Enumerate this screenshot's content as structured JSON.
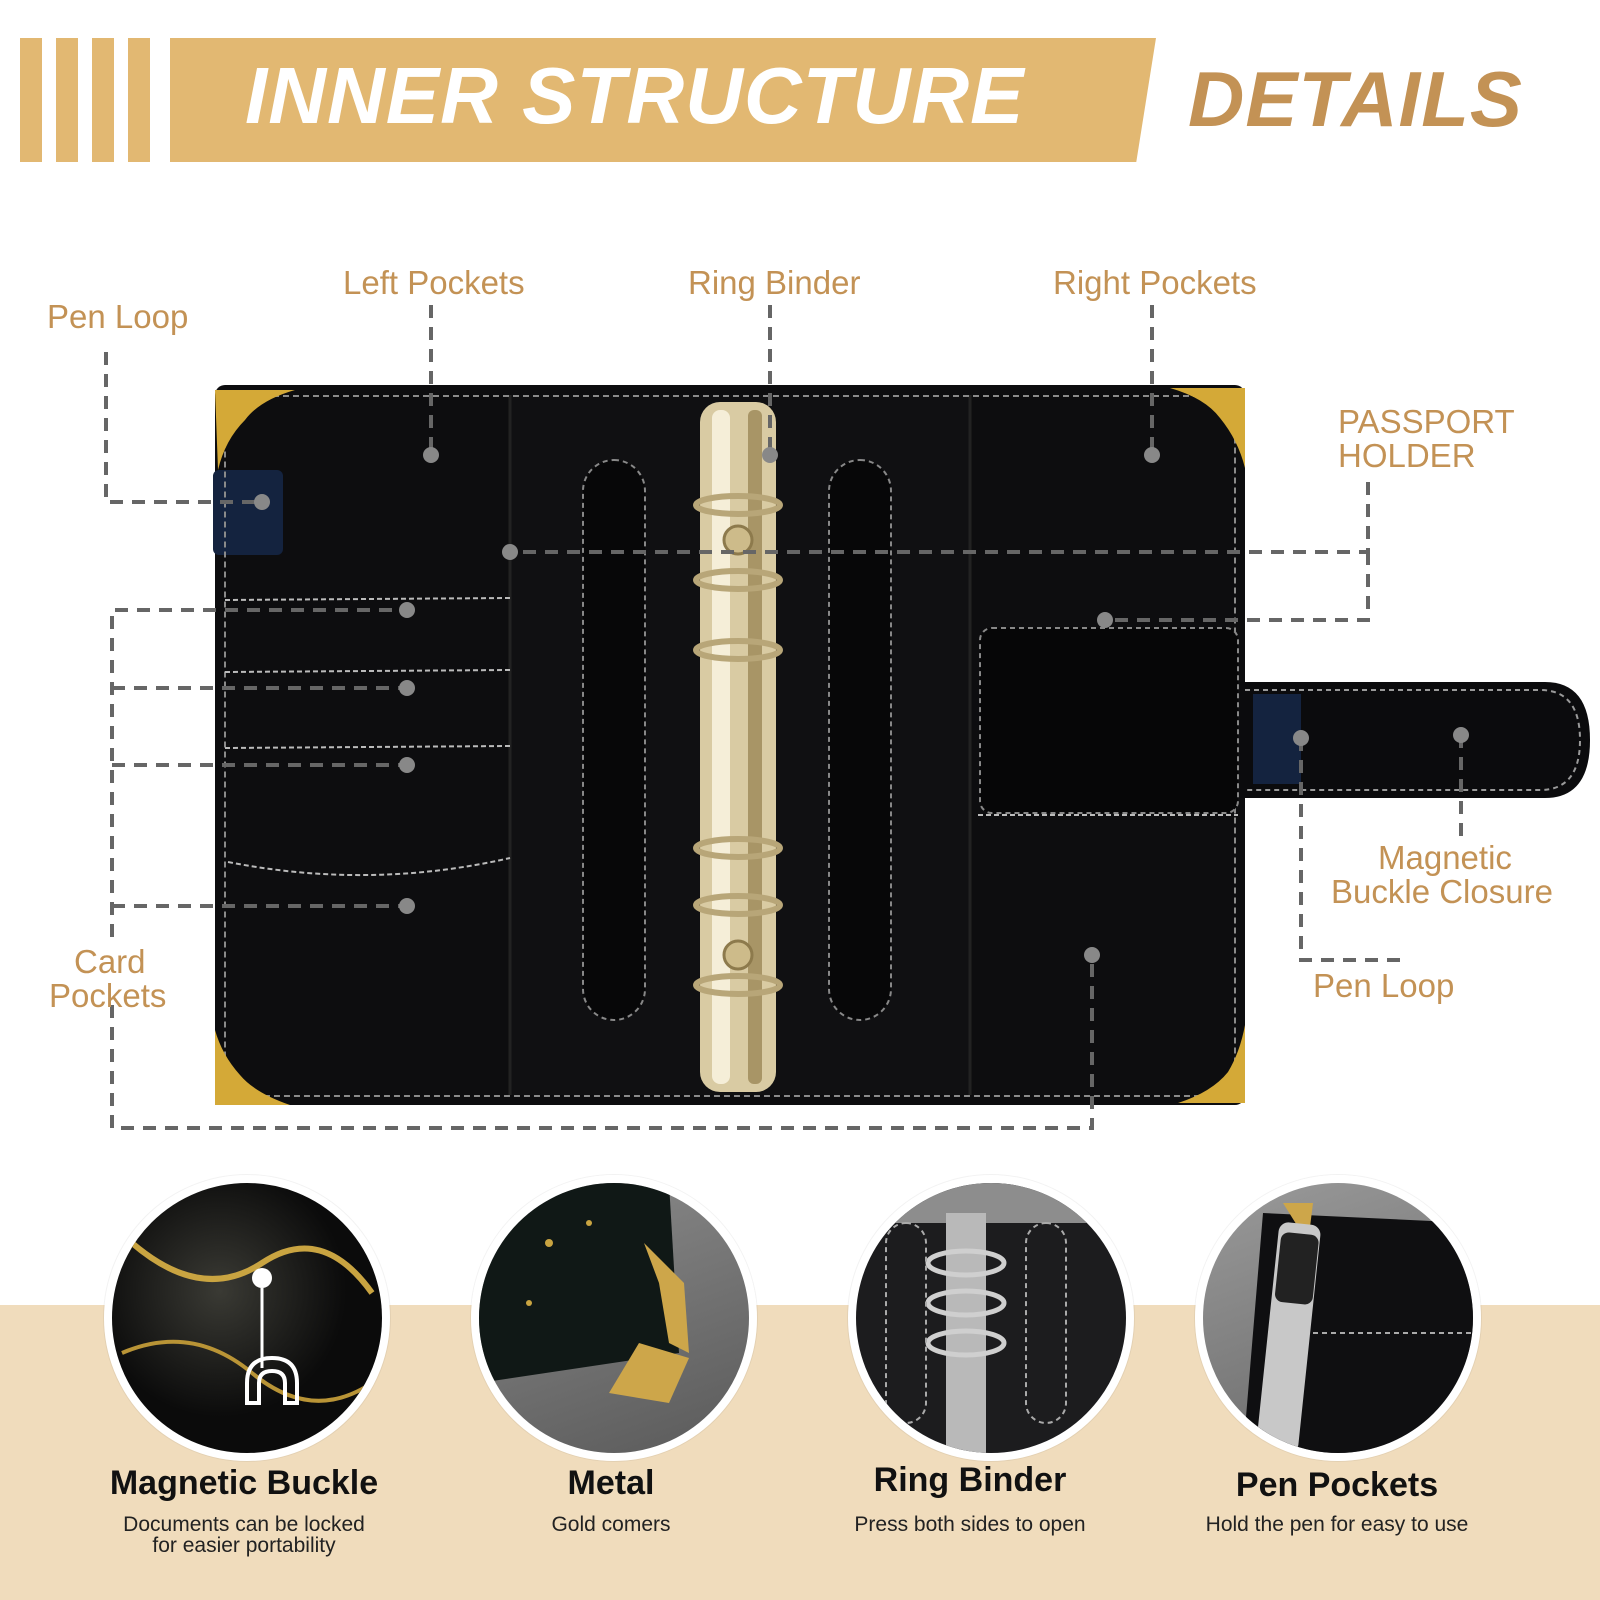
{
  "header": {
    "title": "INNER STRUCTURE",
    "subtitle": "DETAILS"
  },
  "callouts": {
    "pen_loop_left": "Pen Loop",
    "left_pockets": "Left Pockets",
    "ring_binder": "Ring Binder",
    "right_pockets": "Right Pockets",
    "passport_holder_line1": "PASSPORT",
    "passport_holder_line2": "HOLDER",
    "magnetic_line1": "Magnetic",
    "magnetic_line2": "Buckle Closure",
    "pen_loop_right": "Pen Loop",
    "card_line1": "Card",
    "card_line2": "Pockets"
  },
  "features": [
    {
      "title": "Magnetic Buckle",
      "desc_line1": "Documents can be locked",
      "desc_line2": "for easier portability"
    },
    {
      "title": "Metal",
      "desc_line1": "Gold comers",
      "desc_line2": ""
    },
    {
      "title": "Ring Binder",
      "desc_line1": "Press both sides to open",
      "desc_line2": ""
    },
    {
      "title": "Pen Pockets",
      "desc_line1": "Hold the pen for easy  to use",
      "desc_line2": ""
    }
  ],
  "colors": {
    "accent_gold": "#e2b872",
    "label_gold": "#c39255",
    "band_beige": "#f0dcbc",
    "leather": "#0d0d0f"
  }
}
